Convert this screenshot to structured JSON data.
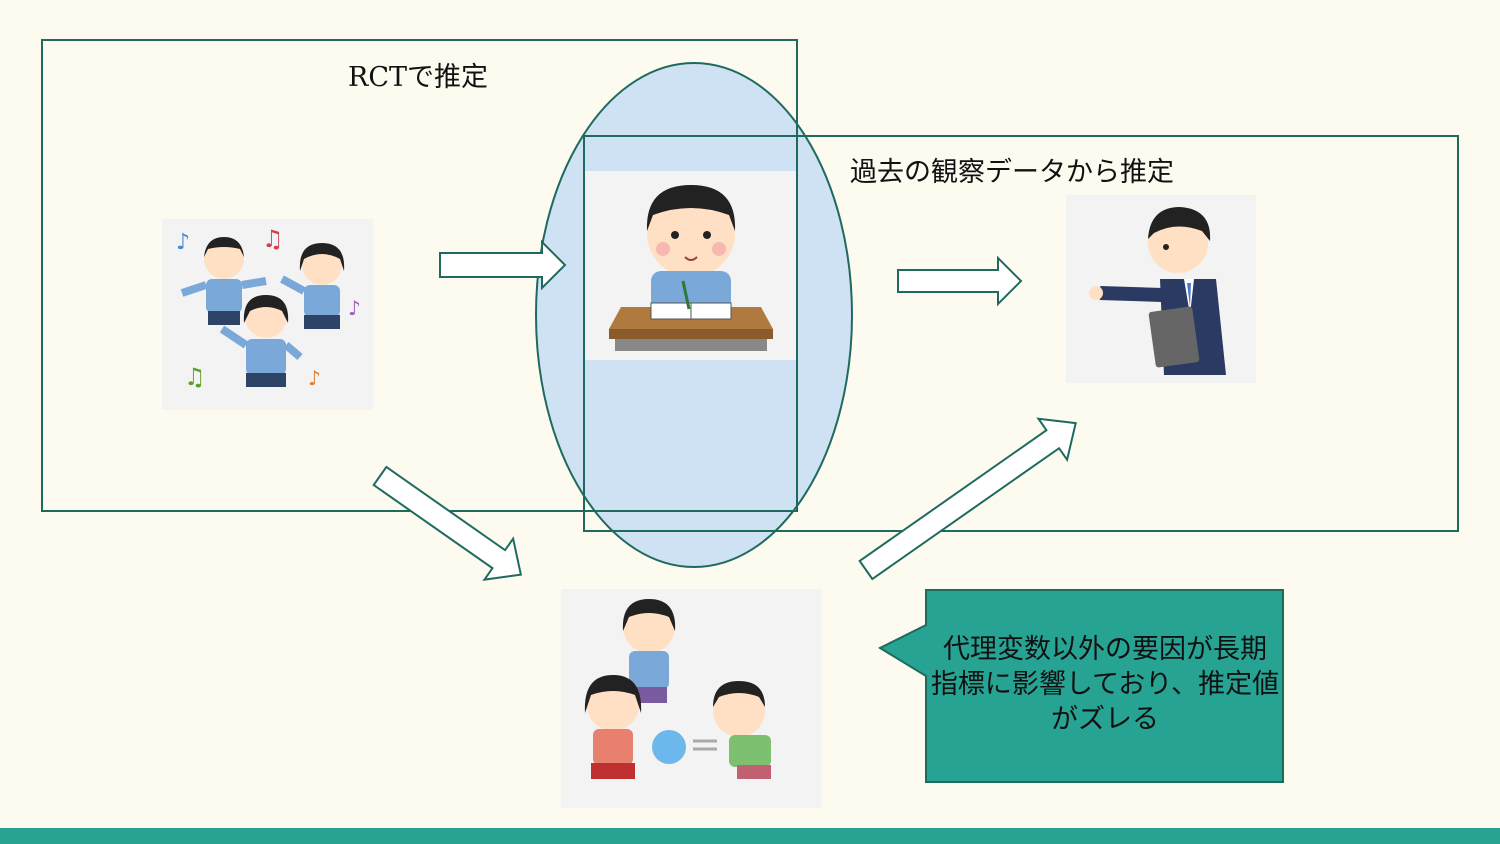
{
  "rct_label": "RCTで推定",
  "observational_label": "過去の観察データから推定",
  "callout_text": "代理変数以外の要因が長期指標に影響しており、推定値がズレる",
  "images": {
    "treatment": "children-dancing-illustration",
    "surrogate": "boy-studying-at-desk-illustration",
    "outcome": "businessman-pointing-with-clipboard-illustration",
    "confounder": "children-playing-ball-illustration"
  },
  "colors": {
    "background": "#fdfaf0",
    "box_border": "#1e6b5e",
    "ellipse_fill": "#cfe2f3",
    "callout_fill": "#27a394",
    "bottom_bar": "#27a394"
  }
}
